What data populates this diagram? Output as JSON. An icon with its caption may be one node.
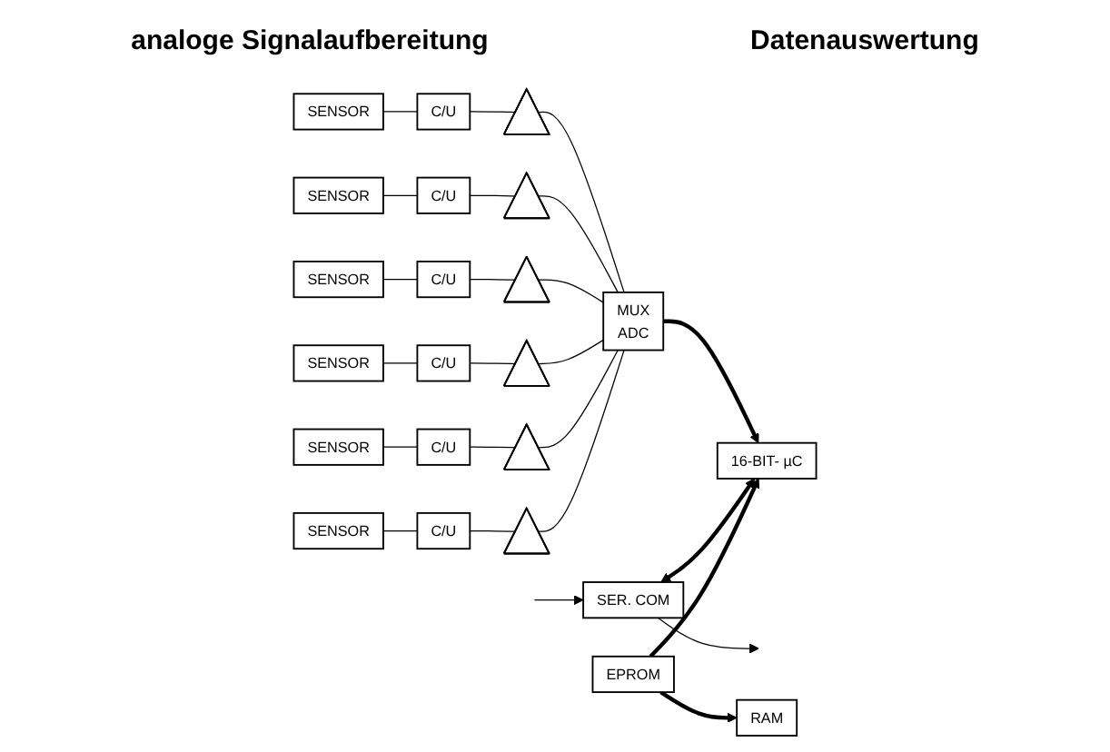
{
  "diagram": {
    "nodes": [
      {
        "text": [
          "SENSOR"
        ]
      },
      {
        "text": [
          "C/U"
        ]
      },
      {
        "text": [],
        "shape": "triangle"
      },
      {
        "text": [
          "SENSOR"
        ]
      },
      {
        "text": [
          "C/U"
        ]
      },
      {
        "text": [],
        "shape": "triangle"
      },
      {
        "text": [
          "SENSOR"
        ]
      },
      {
        "text": [
          "C/U"
        ]
      },
      {
        "text": [],
        "shape": "triangle"
      },
      {
        "text": [
          "SENSOR"
        ]
      },
      {
        "text": [
          "C/U"
        ]
      },
      {
        "text": [],
        "shape": "triangle"
      },
      {
        "text": [
          "SENSOR"
        ]
      },
      {
        "text": [
          "C/U"
        ]
      },
      {
        "text": [],
        "shape": "triangle"
      },
      {
        "text": [
          "SENSOR"
        ]
      },
      {
        "text": [
          "C/U"
        ]
      },
      {
        "text": [],
        "shape": "triangle"
      },
      {
        "text": [
          "SER. COM"
        ]
      },
      {
        "text": [
          "MUX",
          "ADC"
        ]
      },
      {
        "text": [
          "16-BIT- µC"
        ]
      },
      {
        "text": [
          "EPROM"
        ]
      },
      {
        "text": [
          "RAM"
        ]
      }
    ],
    "edges": [
      {
        "from": 0,
        "to": 1,
        "arrow": "none"
      },
      {
        "from": 1,
        "to": 2,
        "arrow": "none"
      },
      {
        "from": 2,
        "to": 19,
        "arrow": "none"
      },
      {
        "from": 3,
        "to": 4,
        "arrow": "none"
      },
      {
        "from": 4,
        "to": 5,
        "arrow": "none"
      },
      {
        "from": 5,
        "to": 19,
        "arrow": "none"
      },
      {
        "from": 6,
        "to": 7,
        "arrow": "none"
      },
      {
        "from": 7,
        "to": 8,
        "arrow": "none"
      },
      {
        "from": 8,
        "to": 19,
        "arrow": "none"
      },
      {
        "from": 9,
        "to": 10,
        "arrow": "none"
      },
      {
        "from": 10,
        "to": 11,
        "arrow": "none"
      },
      {
        "from": 11,
        "to": 19,
        "arrow": "none"
      },
      {
        "from": 12,
        "to": 13,
        "arrow": "none"
      },
      {
        "from": 13,
        "to": 14,
        "arrow": "none"
      },
      {
        "from": 14,
        "to": 19,
        "arrow": "none"
      },
      {
        "from": 15,
        "to": 16,
        "arrow": "none"
      },
      {
        "from": 16,
        "to": 17,
        "arrow": "none"
      },
      {
        "from": 17,
        "to": 19,
        "arrow": "none"
      },
      {
        "from": 18,
        "to": null,
        "arrow": "to"
      },
      {
        "from": null,
        "to": 18,
        "arrow": "to"
      },
      {
        "from": 19,
        "to": 20,
        "arrow": "to",
        "style": "thick"
      },
      {
        "from": 18,
        "to": 20,
        "arrow": "both",
        "style": "thick"
      },
      {
        "from": 21,
        "to": 20,
        "arrow": "to",
        "style": "thick"
      },
      {
        "from": 21,
        "to": 22,
        "arrow": "to",
        "style": "thick"
      }
    ],
    "labels": [
      "analoge Signalaufbereitung",
      "Datenauswertung"
    ]
  }
}
